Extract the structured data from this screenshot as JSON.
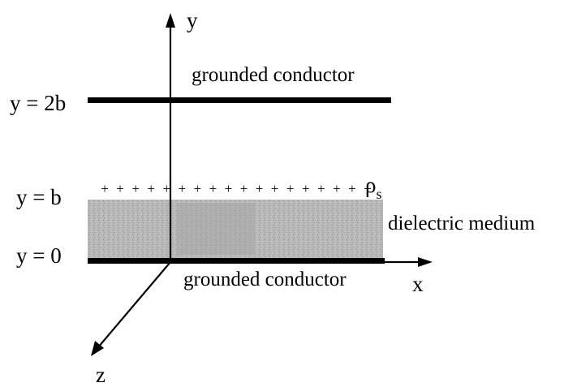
{
  "axes": {
    "x_label": "x",
    "y_label": "y",
    "z_label": "z"
  },
  "levels": {
    "top": "y = 2b",
    "interface": "y = b",
    "bottom": "y = 0"
  },
  "regions": {
    "top_conductor": "grounded conductor",
    "bottom_conductor": "grounded conductor",
    "dielectric": "dielectric medium"
  },
  "surface_charge": {
    "symbol": "ρ",
    "subscript": "s",
    "sign": "+",
    "count": 18
  },
  "colors": {
    "ink": "#000000",
    "dielectric_fill": "#b5b5b5",
    "dielectric_dark": "#a2a2a2"
  }
}
